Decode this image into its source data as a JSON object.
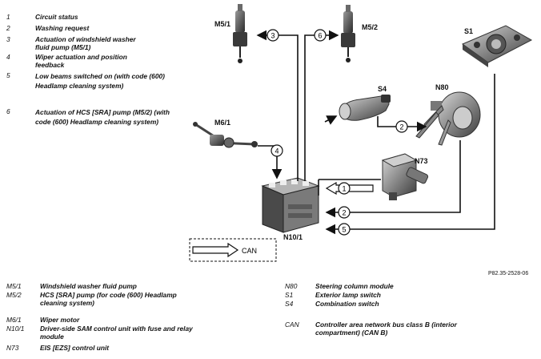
{
  "legend_top": [
    {
      "num": "1",
      "text": "Circuit status"
    },
    {
      "num": "2",
      "text": "Washing request"
    },
    {
      "num": "3",
      "text": "Actuation of windshield washer fluid pump (M5/1)"
    },
    {
      "num": "4",
      "text": "Wiper actuation and position feedback"
    },
    {
      "num": "5",
      "text": "Low beams switched on (with code (600) Headlamp cleaning system)"
    },
    {
      "num": "6",
      "text": "Actuation of HCS [SRA] pump (M5/2) (with code (600) Headlamp cleaning system)"
    }
  ],
  "components": {
    "m51": "M5/1",
    "m52": "M5/2",
    "s1": "S1",
    "s4": "S4",
    "n80": "N80",
    "m61": "M6/1",
    "n73": "N73",
    "n101": "N10/1"
  },
  "signals": [
    "1",
    "2",
    "3",
    "4",
    "5",
    "6"
  ],
  "can_label": "CAN",
  "reference": "P82.35-2528-06",
  "legend_bottom_left": [
    {
      "code": "M5/1",
      "text": "Windshield washer fluid pump"
    },
    {
      "code": "M5/2",
      "text": "HCS [SRA] pump (for code (600) Headlamp cleaning system)"
    },
    {
      "code": "M6/1",
      "text": "Wiper motor"
    },
    {
      "code": "N10/1",
      "text": "Driver-side SAM control unit with fuse and relay module"
    },
    {
      "code": "N73",
      "text": "EIS [EZS] control unit"
    }
  ],
  "legend_bottom_right": [
    {
      "code": "N80",
      "text": "Steering column module"
    },
    {
      "code": "S1",
      "text": "Exterior lamp switch"
    },
    {
      "code": "S4",
      "text": "Combination switch"
    },
    {
      "code": "CAN",
      "text": "Controller area network bus class B (interior compartment) (CAN B)"
    }
  ]
}
